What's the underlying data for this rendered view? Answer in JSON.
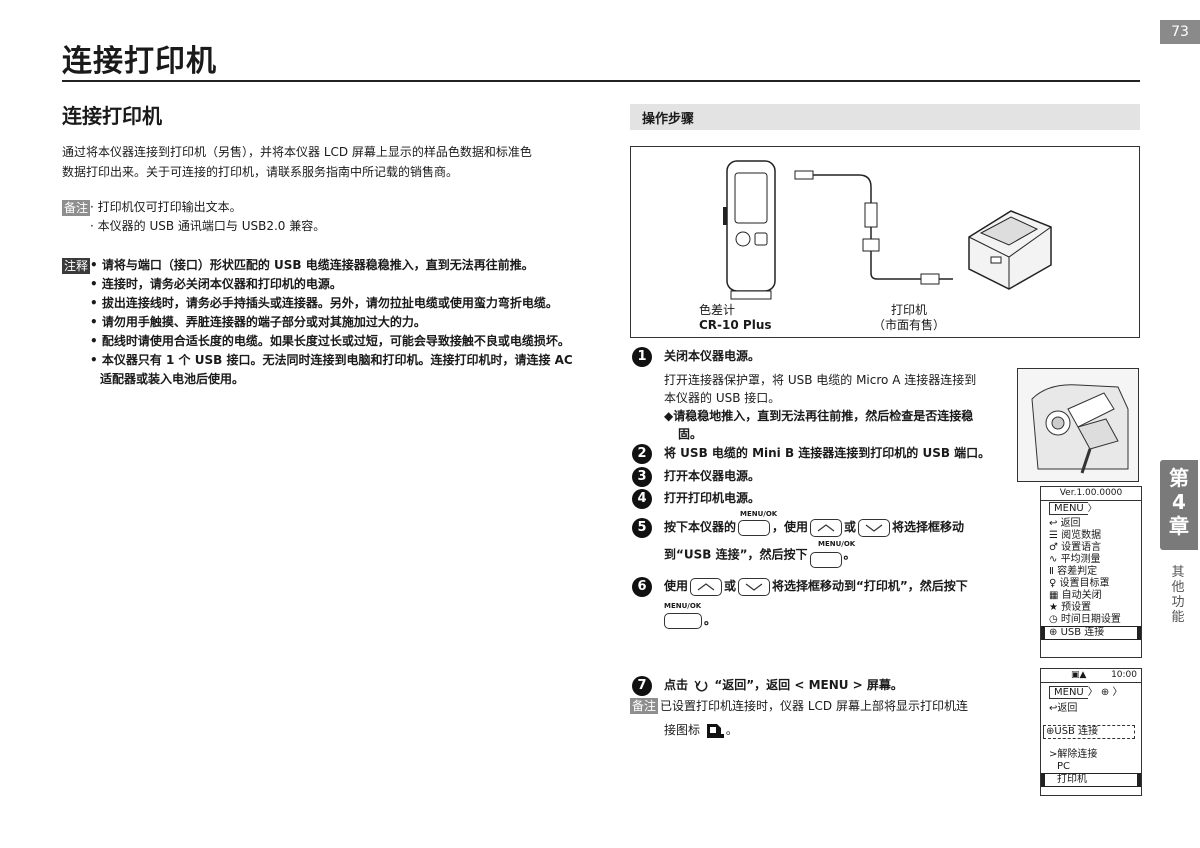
{
  "page_number": "73",
  "page_title": "连接打印机",
  "section_title": "连接打印机",
  "intro": [
    "通过将本仪器连接到打印机（另售），并将本仪器 LCD 屏幕上显示的样品色数据和标准色",
    "数据打印出来。关于可连接的打印机，请联系服务指南中所记载的销售商。"
  ],
  "note_tag": "备注",
  "notes": [
    "· 打印机仅可打印输出文本。",
    "· 本仪器的 USB 通讯端口与 USB2.0 兼容。"
  ],
  "caution_tag": "注释",
  "cautions": [
    "• 请将与端口（接口）形状匹配的 USB 电缆连接器稳稳推入，直到无法再往前推。",
    "• 连接时，请务必关闭本仪器和打印机的电源。",
    "• 拔出连接线时，请务必手持插头或连接器。另外，请勿拉扯电缆或使用蛮力弯折电缆。",
    "• 请勿用手触摸、弄脏连接器的端子部分或对其施加过大的力。",
    "• 配线时请使用合适长度的电缆。如果长度过长或过短，可能会导致接触不良或电缆损坏。",
    "• 本仪器只有 1 个 USB 接口。无法同时连接到电脑和打印机。连接打印机时，请连接 AC 适配器或装入电池后使用。"
  ],
  "steps_header": "操作步骤",
  "figure": {
    "device_label": "色差计",
    "device_model": "CR-10 Plus",
    "printer_label": "打印机",
    "printer_note": "（市面有售）"
  },
  "steps": {
    "s1_num": "1",
    "s1_title": "关闭本仪器电源。",
    "s1_body1": "打开连接器保护罩，将 USB 电缆的 Micro A 连接器连接到",
    "s1_body2": "本仪器的 USB 接口。",
    "s1_sub1": "◆请稳稳地推入，直到无法再往前推，然后检查是否连接稳",
    "s1_sub2": "固。",
    "s2_num": "2",
    "s2_title": "将 USB 电缆的 Mini B 连接器连接到打印机的 USB 端口。",
    "s3_num": "3",
    "s3_title": "打开本仪器电源。",
    "s4_num": "4",
    "s4_title": "打开打印机电源。",
    "s5_num": "5",
    "s5_a": "按下本仪器的",
    "s5_b": "，使用",
    "s5_or": "或",
    "s5_c": "将选择框移动",
    "s5_d": "到“USB 连接”，然后按下",
    "s5_end": "。",
    "s6_num": "6",
    "s6_a": "使用",
    "s6_or": "或",
    "s6_b": "将选择框移动到“打印机”，然后按下",
    "s6_end": "。",
    "s7_num": "7",
    "s7_a": "点击",
    "s7_b": "“返回”，返回 < MENU > 屏幕。",
    "s7_note_tag": "备注",
    "s7_note1": "已设置打印机连接时，仪器 LCD 屏幕上部将显示打印机连",
    "s7_note2": "接图标",
    "s7_note_end": "。",
    "key_menu": "MENU/OK"
  },
  "lcd1": {
    "version": "Ver.1.00.0000",
    "menu": "MENU",
    "items": [
      "返回",
      "阅览数据",
      "设置语言",
      "平均测量",
      "容差判定",
      "设置目标罩",
      "自动关闭",
      "预设置",
      "时间日期设置",
      "USB 连接"
    ]
  },
  "lcd2": {
    "time": "10:00",
    "menu": "MENU",
    "back": "返回",
    "usb": "USB 连接",
    "disconnect": ">解除连接",
    "pc": "PC",
    "printer": "打印机"
  },
  "chapter": {
    "label1": "第",
    "label2": "4",
    "label3": "章",
    "side": "其他功能"
  }
}
